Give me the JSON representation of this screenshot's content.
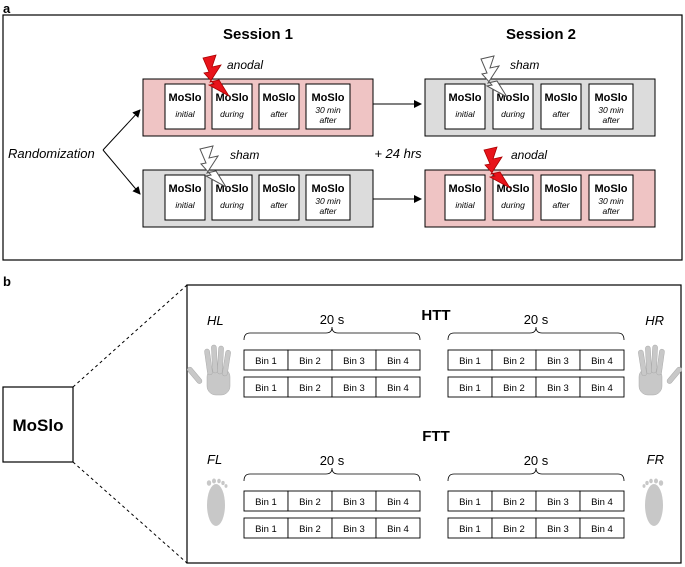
{
  "panel_a": {
    "label": "a",
    "session1_title": "Session 1",
    "session2_title": "Session 2",
    "randomization": "Randomization",
    "delay": "+ 24 hrs",
    "stim_anodal": "anodal",
    "stim_sham": "sham",
    "test_title": "MoSlo",
    "phases": [
      "initial",
      "during",
      "after",
      "30 min",
      "after"
    ]
  },
  "panel_b": {
    "label": "b",
    "moslo": "MoSlo",
    "htt_title": "HTT",
    "ftt_title": "FTT",
    "duration": "20 s",
    "hl": "HL",
    "hr": "HR",
    "fl": "FL",
    "fr": "FR",
    "bins": [
      "Bin 1",
      "Bin 2",
      "Bin 3",
      "Bin 4"
    ]
  },
  "colors": {
    "anodal_fill": "#efc4c4",
    "sham_fill": "#dcdcdc",
    "bolt_red": "#e8141b",
    "limb_gray": "#c8c8c8"
  }
}
